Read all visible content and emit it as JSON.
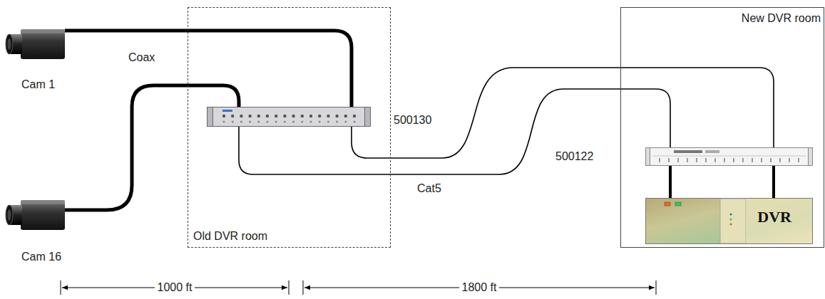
{
  "diagram": {
    "nodes": [
      {
        "text": [
          "Cam 1"
        ]
      },
      {
        "text": [
          "Old DVR room"
        ]
      },
      {
        "text": [
          "500130"
        ],
        "in": 1
      },
      {
        "text": [
          "Cam 16"
        ]
      },
      {
        "text": [
          "New DVR room"
        ]
      },
      {
        "text": [
          "500122"
        ],
        "in": 4
      },
      {
        "text": [
          "DVR"
        ],
        "in": 4
      }
    ],
    "edges": [
      {
        "from": 0,
        "to": 2,
        "arrow": "none",
        "label": "Coax"
      },
      {
        "from": 3,
        "to": 2,
        "arrow": "none"
      },
      {
        "from": 2,
        "to": 5,
        "arrow": "none"
      },
      {
        "from": 2,
        "to": 5,
        "arrow": "none",
        "label": "Cat5"
      },
      {
        "from": 5,
        "to": 6,
        "arrow": "none"
      },
      {
        "from": 5,
        "to": 6,
        "arrow": "none"
      }
    ],
    "labels": [
      "1000 ft",
      "1800 ft"
    ]
  }
}
